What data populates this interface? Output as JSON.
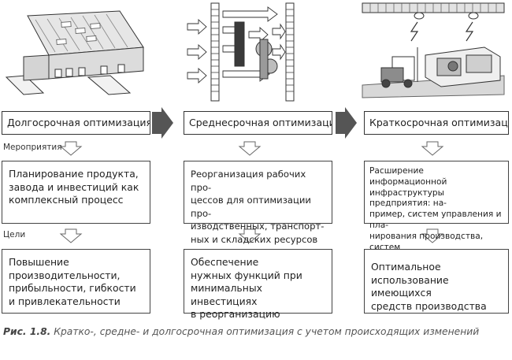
{
  "columns": [
    {
      "header": "Долгосрочная оптимизация",
      "actions_label": "Мероприятия",
      "goals_label": "Цели",
      "measures": "Планирование продукта,\nзавода и инвестиций как\nкомплексный процесс",
      "goal": "Повышение\nпроизводительности,\nприбыльности, гибкости\nи привлекательности"
    },
    {
      "header": "Среднесрочная оптимизация",
      "measures": "Реорганизация рабочих про-\nцессов для оптимизации про-\nизводственных, транспорт-\nных и складских ресурсов",
      "goal": "Обеспечение\nнужных функций при\nминимальных инвестициях\nв реорганизацию"
    },
    {
      "header": "Краткосрочная оптимизация",
      "measures": "Расширение информационной\nинфраструктуры предприятия: на-\nпример, систем управления и пла-\nнирования производства, систем\nлогистического управления",
      "goal": "Оптимальное\nиспользование имеющихся\nсредств производства"
    }
  ],
  "caption": {
    "label": "Рис. 1.8.",
    "text": "Кратко-, средне- и долгосрочная оптимизация с учетом происходящих изменений"
  }
}
